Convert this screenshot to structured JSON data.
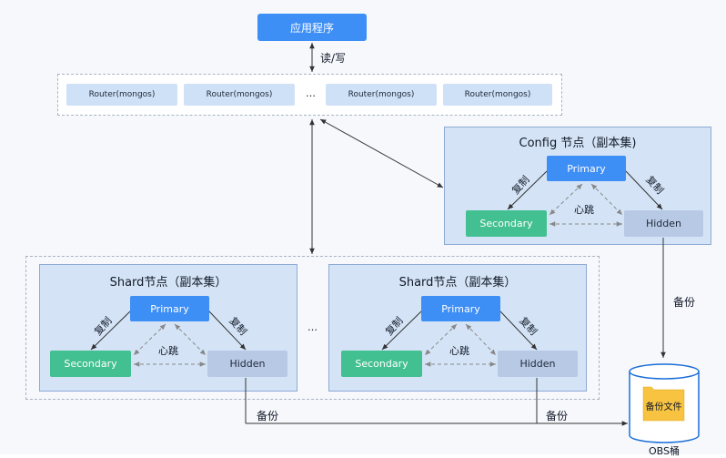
{
  "app": {
    "label": "应用程序"
  },
  "rw_label": "读/写",
  "routers": [
    "Router(mongos)",
    "Router(mongos)",
    "Router(mongos)",
    "Router(mongos)"
  ],
  "ellipsis": "…",
  "config": {
    "title": "Config 节点（副本集)",
    "primary": "Primary",
    "secondary": "Secondary",
    "hidden": "Hidden",
    "replicate": "复制",
    "heartbeat": "心跳"
  },
  "shards": [
    {
      "title": "Shard节点（副本集）",
      "primary": "Primary",
      "secondary": "Secondary",
      "hidden": "Hidden",
      "replicate": "复制",
      "heartbeat": "心跳"
    },
    {
      "title": "Shard节点（副本集）",
      "primary": "Primary",
      "secondary": "Secondary",
      "hidden": "Hidden",
      "replicate": "复制",
      "heartbeat": "心跳"
    }
  ],
  "backup_label": "备份",
  "obs": {
    "file_label": "备份文件",
    "bucket_label": "OBS桶"
  },
  "colors": {
    "primary": "#3d8ef5",
    "secondary": "#43c091",
    "hidden": "#b8c9e6",
    "panel": "#d4e4f6",
    "router": "#cfe1f7"
  }
}
